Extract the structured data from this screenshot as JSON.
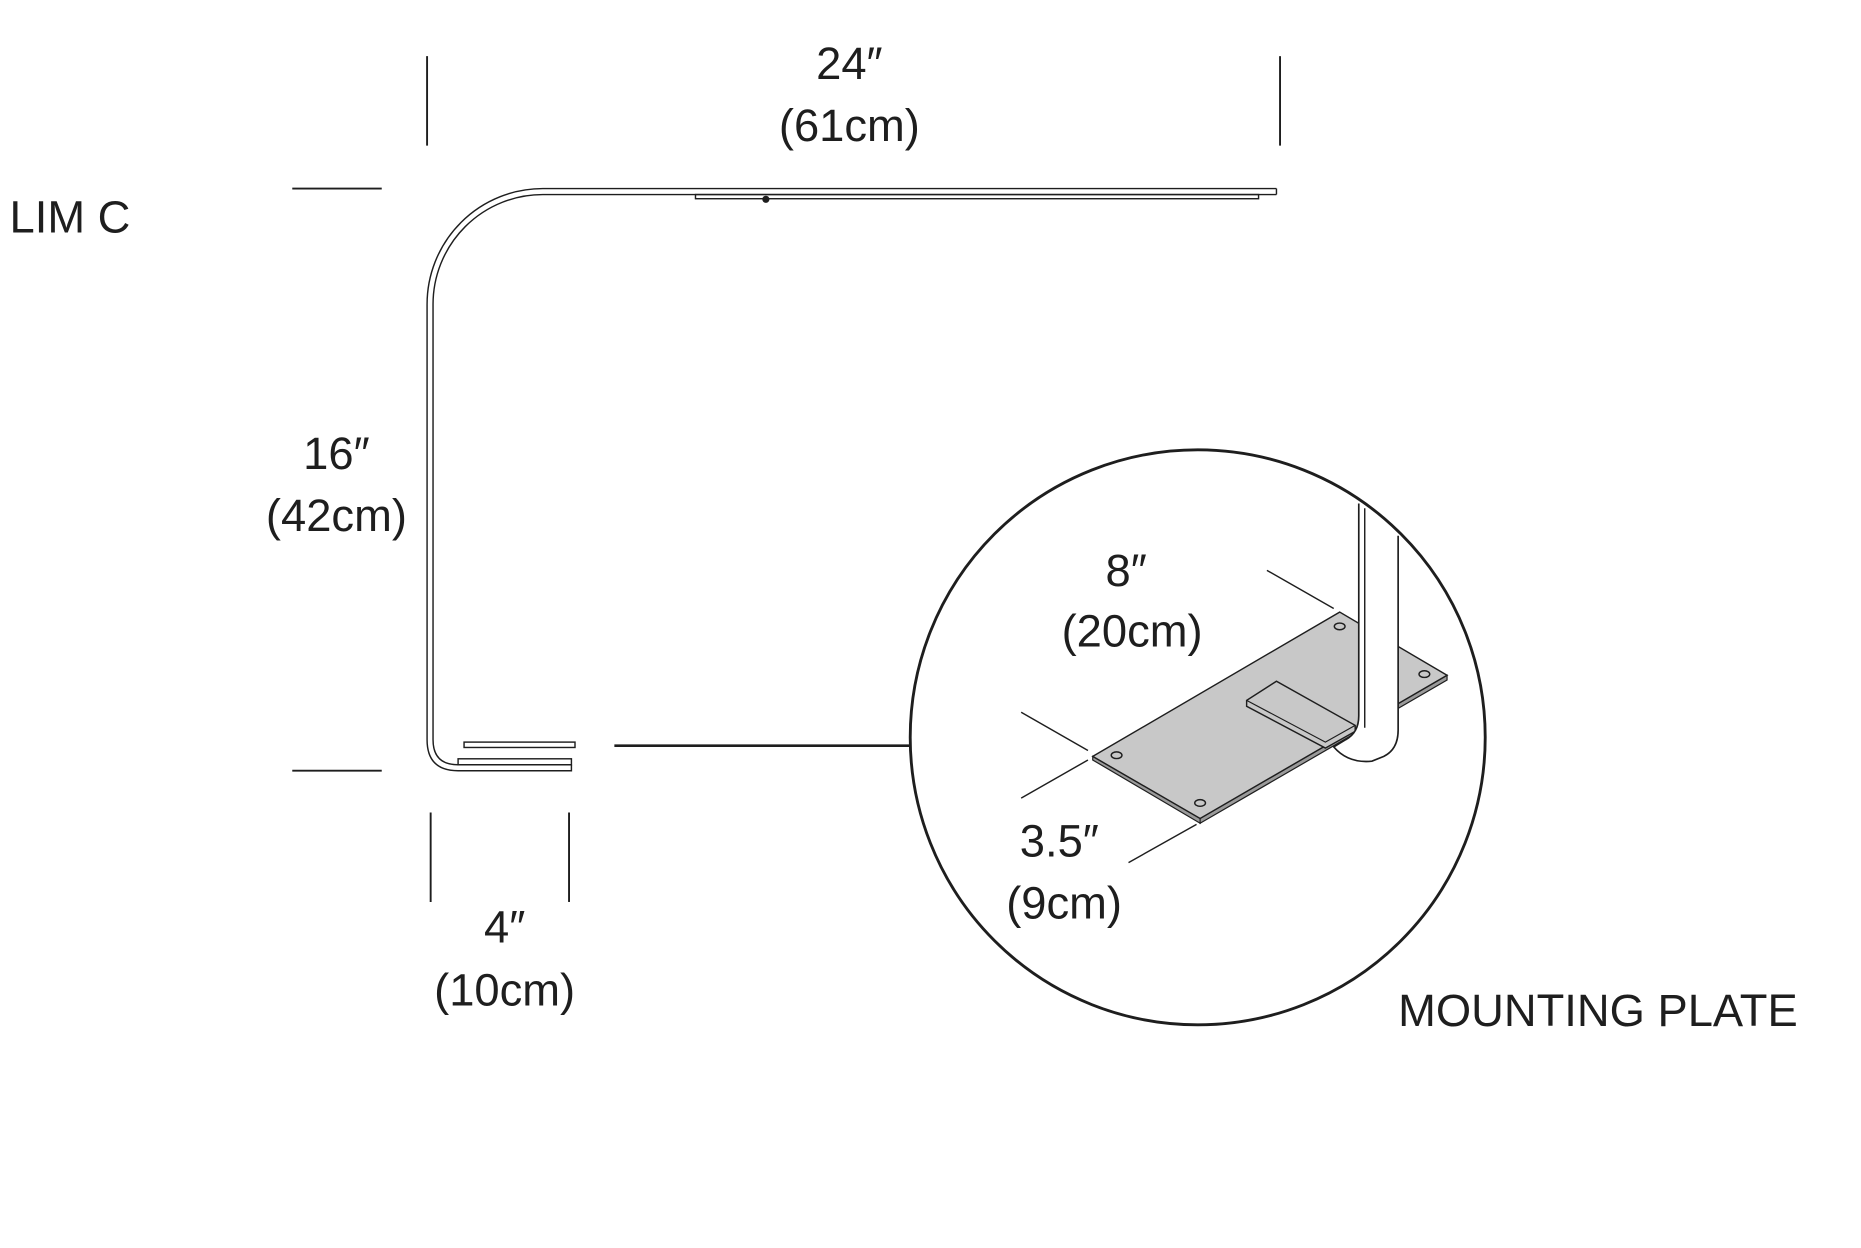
{
  "product_label": "LIM C",
  "dimensions": {
    "width": {
      "imperial": "24″",
      "metric": "(61cm)"
    },
    "height": {
      "imperial": "16″",
      "metric": "(42cm)"
    },
    "base": {
      "imperial": "4″",
      "metric": "(10cm)"
    }
  },
  "detail": {
    "label": "MOUNTING PLATE",
    "length": {
      "imperial": "8″",
      "metric": "(20cm)"
    },
    "width": {
      "imperial": "3.5″",
      "metric": "(9cm)"
    }
  },
  "colors": {
    "line": "#1e1e1e",
    "plate_fill": "#c8c8c8"
  }
}
